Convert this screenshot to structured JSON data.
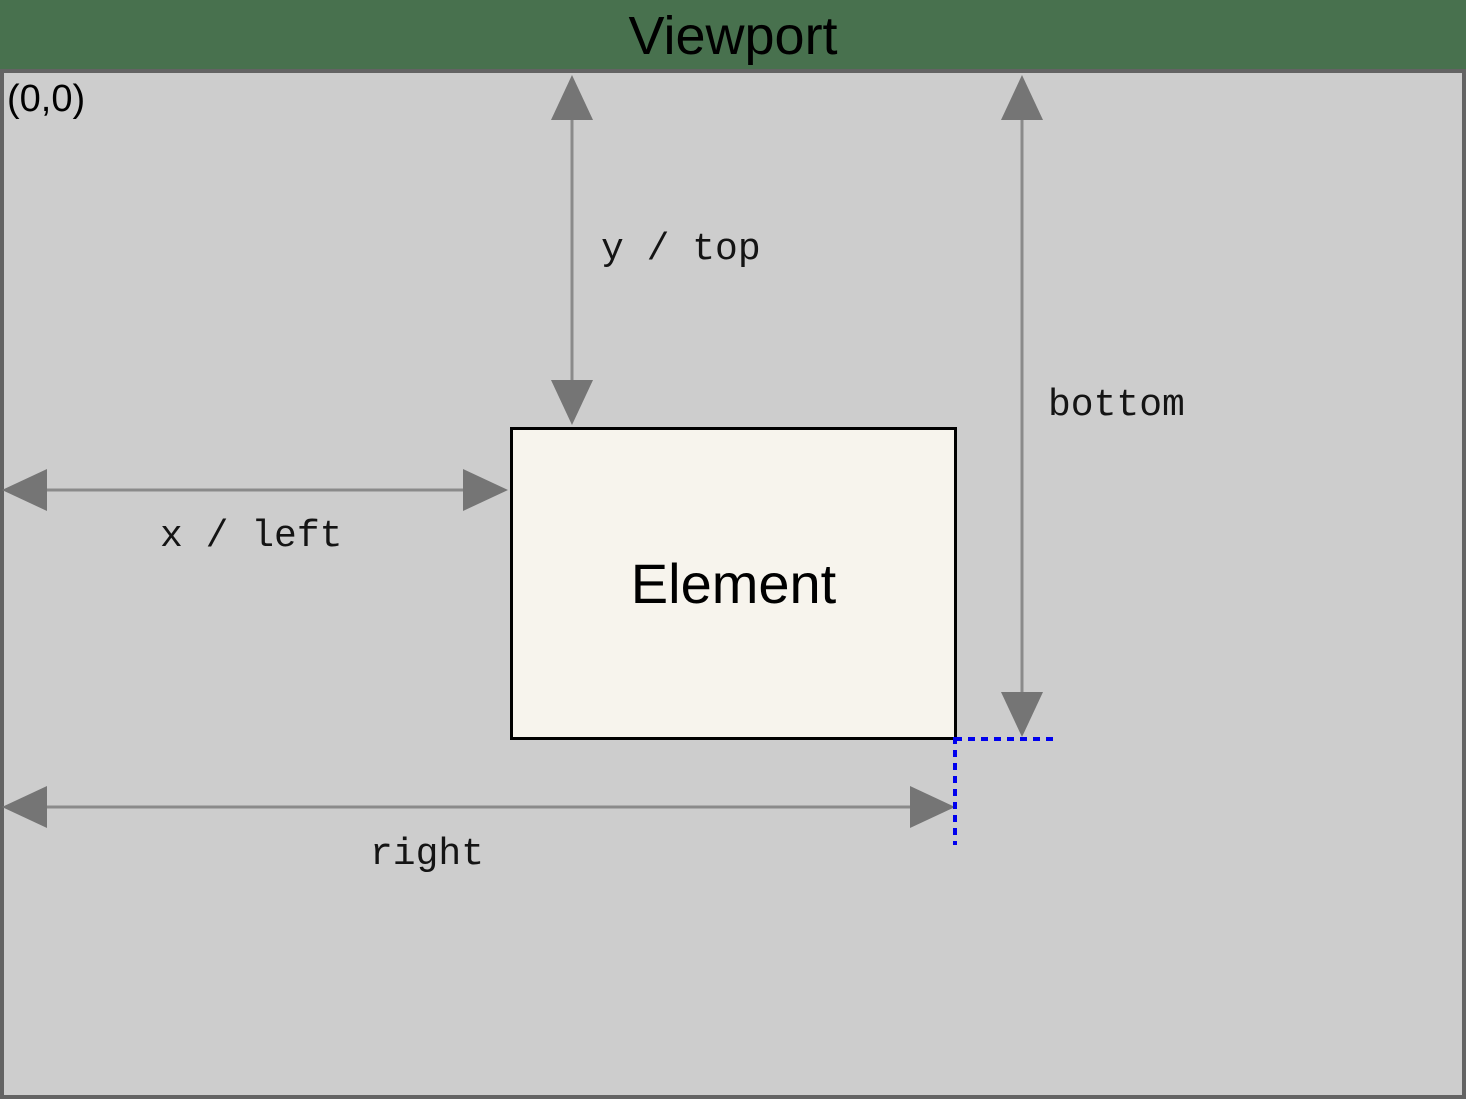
{
  "title": "Viewport",
  "colors": {
    "background": "#48714e",
    "viewport_fill": "#cdcdcd",
    "viewport_border": "#636363",
    "arrow_line": "#8a8a8a",
    "arrow_head": "#757575",
    "element_fill": "#f7f4ed",
    "element_border": "#000000",
    "guide_blue": "#0000ee",
    "text": "#000000"
  },
  "viewport": {
    "origin_label": "(0,0)"
  },
  "element": {
    "label": "Element"
  },
  "measurements": {
    "top": {
      "label": "y / top"
    },
    "left": {
      "label": "x / left"
    },
    "bottom": {
      "label": "bottom"
    },
    "right": {
      "label": "right"
    }
  }
}
